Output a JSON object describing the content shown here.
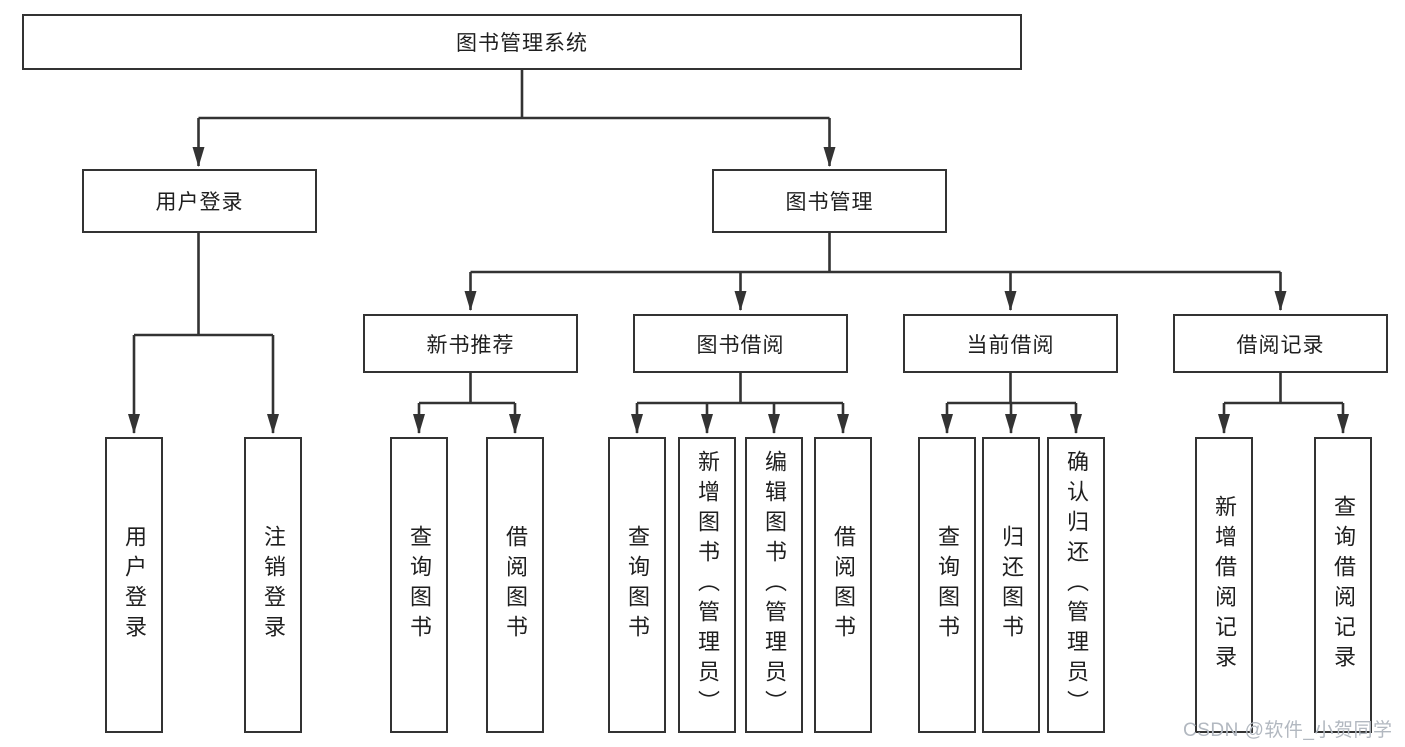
{
  "tree": {
    "root": "图书管理系统",
    "login_branch": {
      "label": "用户登录",
      "children": [
        "用户登录",
        "注销登录"
      ]
    },
    "mgmt_branch": {
      "label": "图书管理",
      "groups": [
        {
          "label": "新书推荐",
          "children": [
            "查询图书",
            "借阅图书"
          ]
        },
        {
          "label": "图书借阅",
          "children": [
            "查询图书",
            "新增图书（管理员）",
            "编辑图书（管理员）",
            "借阅图书"
          ]
        },
        {
          "label": "当前借阅",
          "children": [
            "查询图书",
            "归还图书",
            "确认归还（管理员）"
          ]
        },
        {
          "label": "借阅记录",
          "children": [
            "新增借阅记录",
            "查询借阅记录"
          ]
        }
      ]
    }
  },
  "watermark": "CSDN @软件_小贺同学",
  "colors": {
    "line": "#333333",
    "text": "#1f1f1f",
    "watermark": "#b2b8c0",
    "background": "#ffffff"
  }
}
